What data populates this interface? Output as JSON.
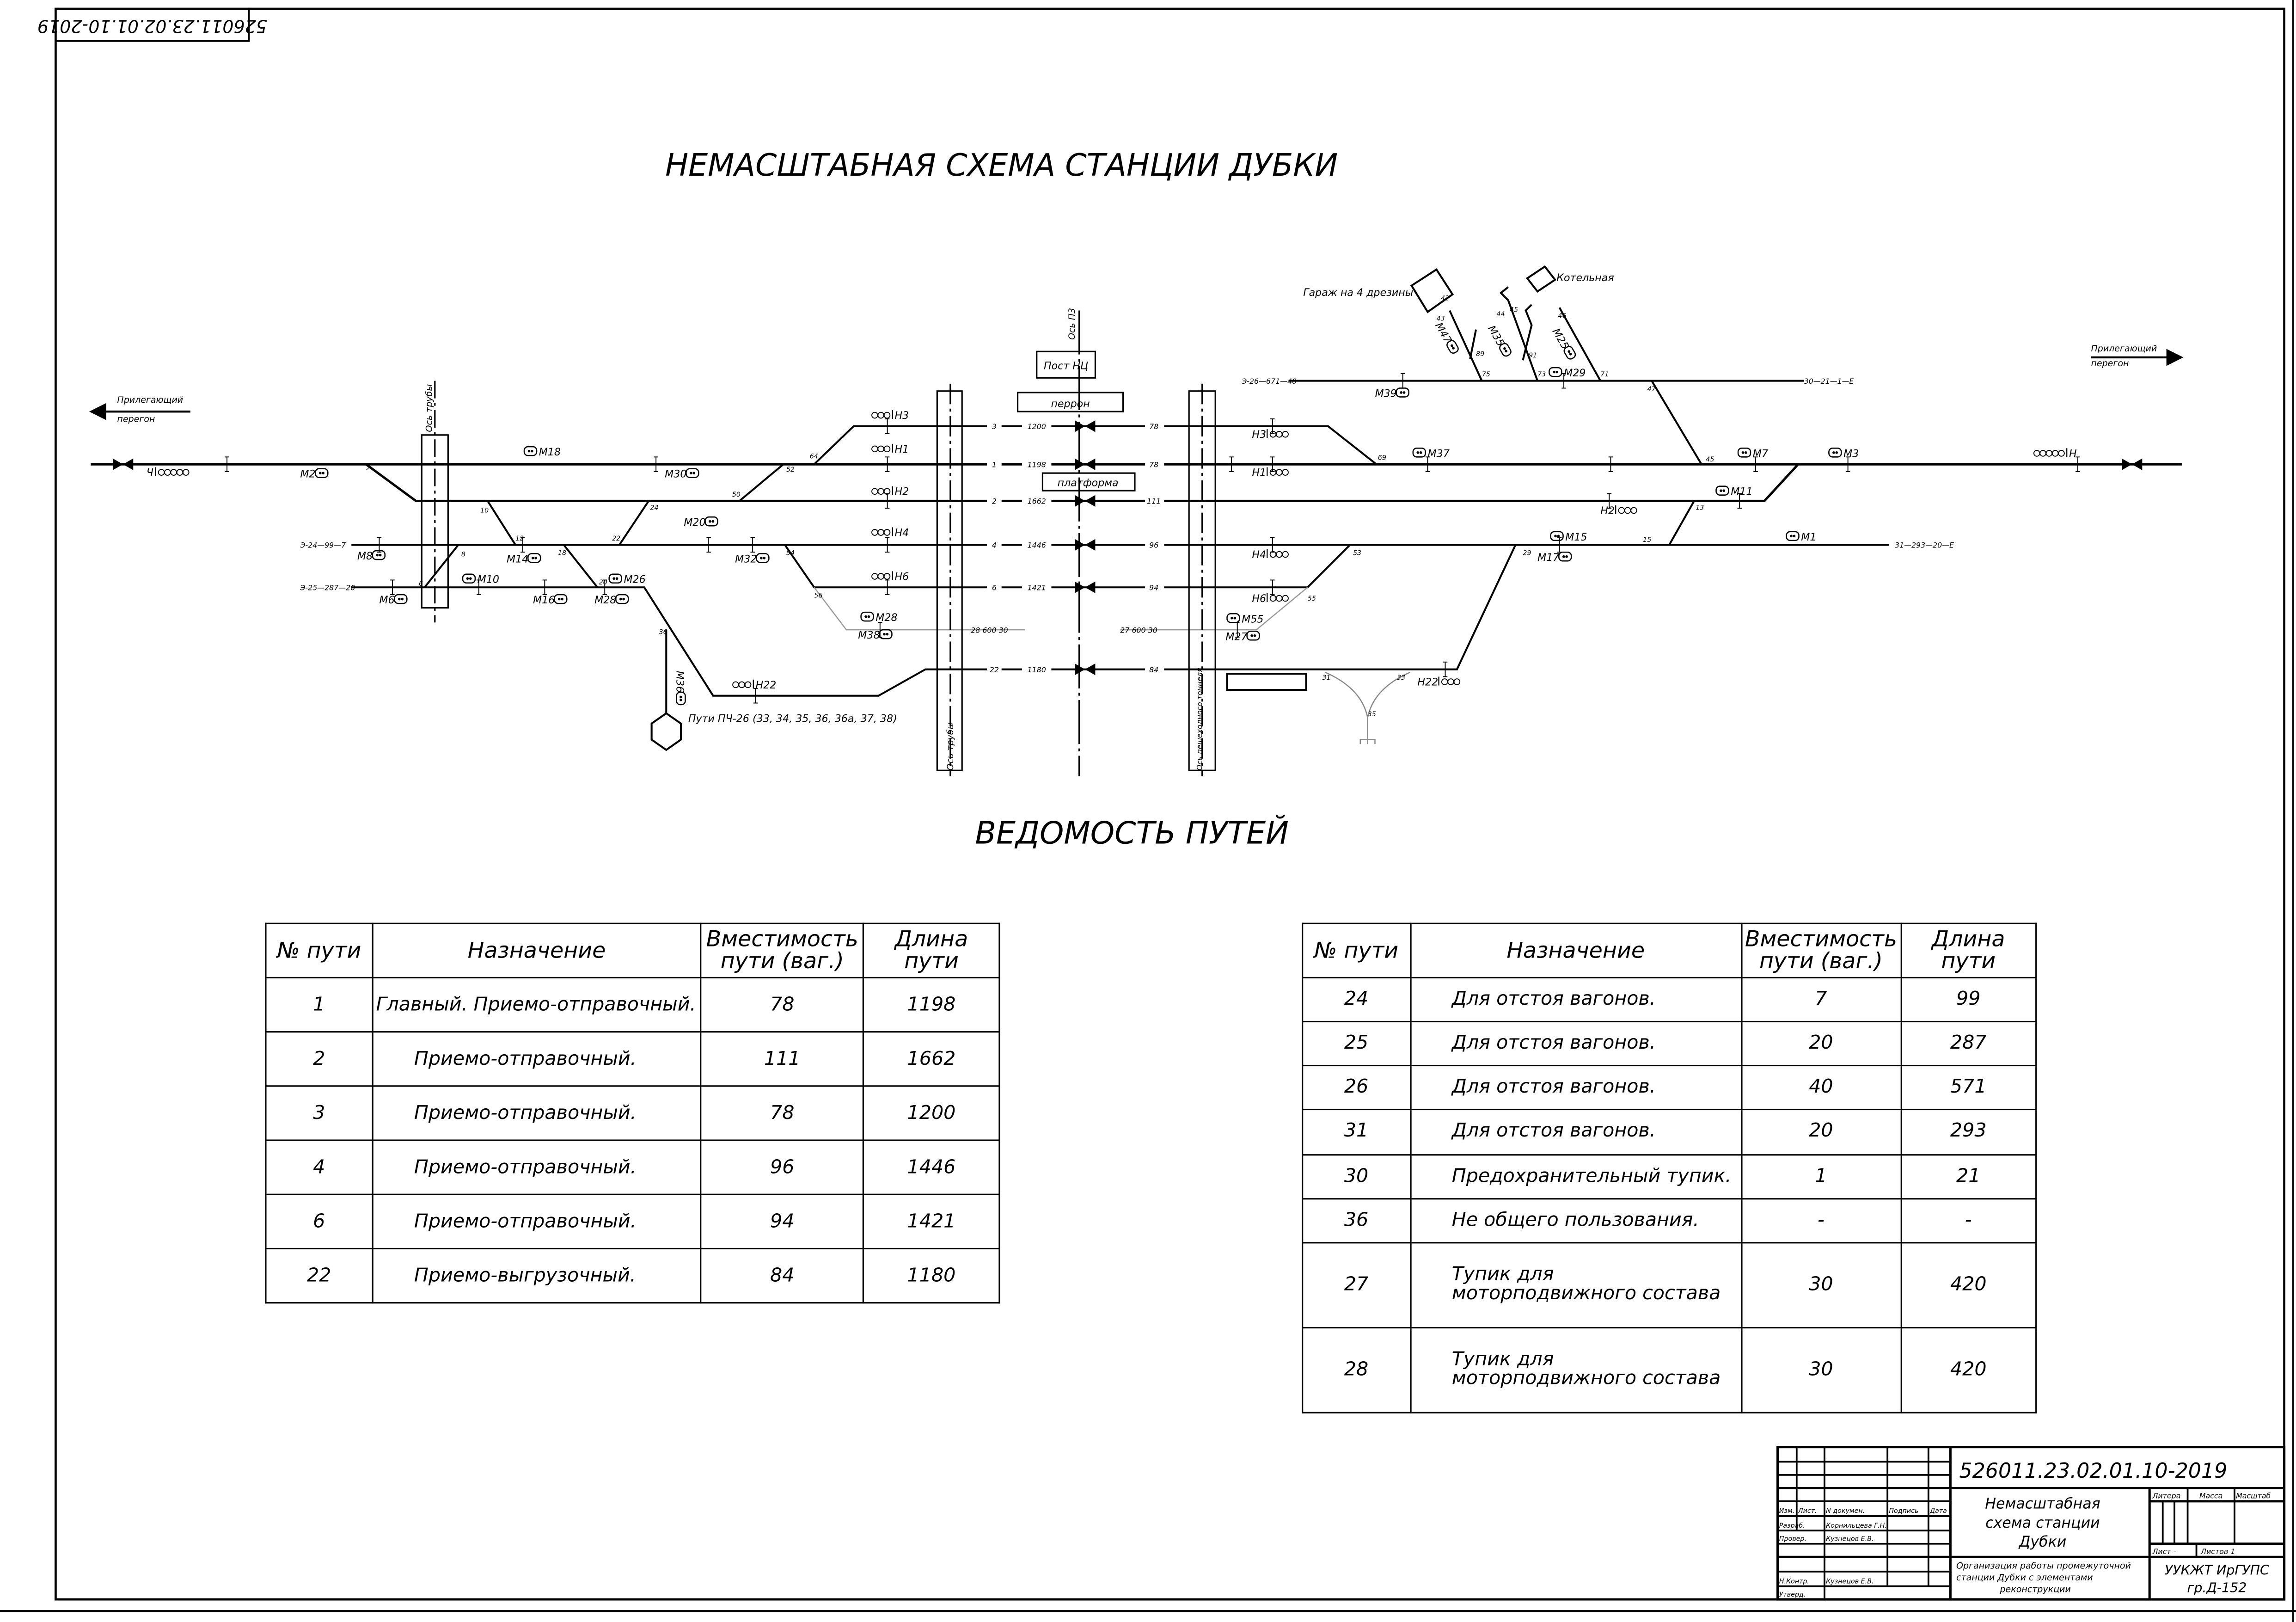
{
  "stamp_rotated": "526011.23.02.01.10-2019",
  "title": "НЕМАСШТАБНАЯ СХЕМА СТАНЦИИ ДУБКИ",
  "schema": {
    "adjacent_left": [
      "Прилегающий",
      "перегон"
    ],
    "adjacent_right": [
      "Прилегающий",
      "перегон"
    ],
    "post": "Пост НЦ",
    "perron": "перрон",
    "platform": "платформа",
    "garage": "Гараж на 4 дрезины",
    "boiler": "Котельная",
    "pch_tracks": "Пути ПЧ-26 (33, 34, 35, 36, 36а, 37, 38)",
    "axis_pipe_left": "Ось трубы",
    "axis_pipe_mid": "Ось трубы",
    "axis_tunnel": "Ось пешеходного тоннеля",
    "axis_p3": "Ось П3",
    "track_ends": [
      "Э-24—99—7",
      "Э-25—287—20",
      "Э-26—671—40",
      "30—21—1—Е",
      "31—293—20—Е"
    ],
    "center_tracks": [
      {
        "num": "3",
        "length": "1200",
        "capacity": "78"
      },
      {
        "num": "1",
        "length": "1198",
        "capacity": "78"
      },
      {
        "num": "2",
        "length": "1662",
        "capacity": "111"
      },
      {
        "num": "4",
        "length": "1446",
        "capacity": "96"
      },
      {
        "num": "6",
        "length": "1421",
        "capacity": "94"
      },
      {
        "num": "22",
        "length": "1180",
        "capacity": "84"
      }
    ],
    "deadends": [
      "28  600  30",
      "27  600  30"
    ],
    "signals": [
      "Ч",
      "М2",
      "М18",
      "М30",
      "М20",
      "М8",
      "М14",
      "М32",
      "М10",
      "М6",
      "М16",
      "М28",
      "М26",
      "Н3",
      "Н1",
      "Н2",
      "Н4",
      "Н6",
      "М28",
      "М38",
      "Н22",
      "Н3",
      "Н1",
      "Н4",
      "Н6",
      "М55",
      "М27",
      "Н2",
      "Н22",
      "М39",
      "М37",
      "М29",
      "М7",
      "М3",
      "Н",
      "М11",
      "М15",
      "М17",
      "М1",
      "М36",
      "М47",
      "М35",
      "М25"
    ],
    "switches": [
      "2",
      "10",
      "12",
      "8",
      "6",
      "18",
      "20",
      "24",
      "22",
      "50",
      "52",
      "64",
      "54",
      "56",
      "36",
      "69",
      "53",
      "55",
      "29",
      "45",
      "47",
      "13",
      "15",
      "75",
      "73",
      "71",
      "89",
      "91",
      "31",
      "33",
      "35",
      "42",
      "43",
      "44",
      "45",
      "46"
    ]
  },
  "table_title": "ВЕДОМОСТЬ ПУТЕЙ",
  "table_headers": [
    "№ пути",
    "Назначение",
    "Вместимость пути (ваг.)",
    "Длина пути"
  ],
  "table_left": [
    [
      "1",
      "Главный. Приемо-отправочный.",
      "78",
      "1198"
    ],
    [
      "2",
      "Приемо-отправочный.",
      "111",
      "1662"
    ],
    [
      "3",
      "Приемо-отправочный.",
      "78",
      "1200"
    ],
    [
      "4",
      "Приемо-отправочный.",
      "96",
      "1446"
    ],
    [
      "6",
      "Приемо-отправочный.",
      "94",
      "1421"
    ],
    [
      "22",
      "Приемо-выгрузочный.",
      "84",
      "1180"
    ]
  ],
  "table_right": [
    [
      "24",
      "Для отстоя вагонов.",
      "7",
      "99"
    ],
    [
      "25",
      "Для отстоя вагонов.",
      "20",
      "287"
    ],
    [
      "26",
      "Для отстоя вагонов.",
      "40",
      "571"
    ],
    [
      "31",
      "Для отстоя вагонов.",
      "20",
      "293"
    ],
    [
      "30",
      "Предохранительный тупик.",
      "1",
      "21"
    ],
    [
      "36",
      "Не общего пользования.",
      "-",
      "-"
    ],
    [
      "27",
      "Тупик для моторподвижного состава",
      "30",
      "420"
    ],
    [
      "28",
      "Тупик для моторподвижного состава",
      "30",
      "420"
    ]
  ],
  "title_block": {
    "doc_number": "526011.23.02.01.10-2019",
    "name": [
      "Немасштабная",
      "схема станции",
      "Дубки"
    ],
    "subject": [
      "Организация работы промежуточной",
      "станции Дубки с элементами",
      "реконструкции"
    ],
    "org": [
      "УУКЖТ ИрГУПС",
      "гр.Д-152"
    ],
    "col_headers": [
      "Изм.",
      "Лист.",
      "N докумен.",
      "Подпись",
      "Дата"
    ],
    "roles": [
      "Разраб.",
      "Провер.",
      "Н.Контр.",
      "Утверд."
    ],
    "people": [
      "Корнильцева Г.Н.",
      "Кузнецов Е.В.",
      "Кузнецов Е.В."
    ],
    "litera": "Литера",
    "mass": "Масса",
    "scale": "Масштаб",
    "sheet": "Лист -",
    "sheets": "Листов 1"
  }
}
